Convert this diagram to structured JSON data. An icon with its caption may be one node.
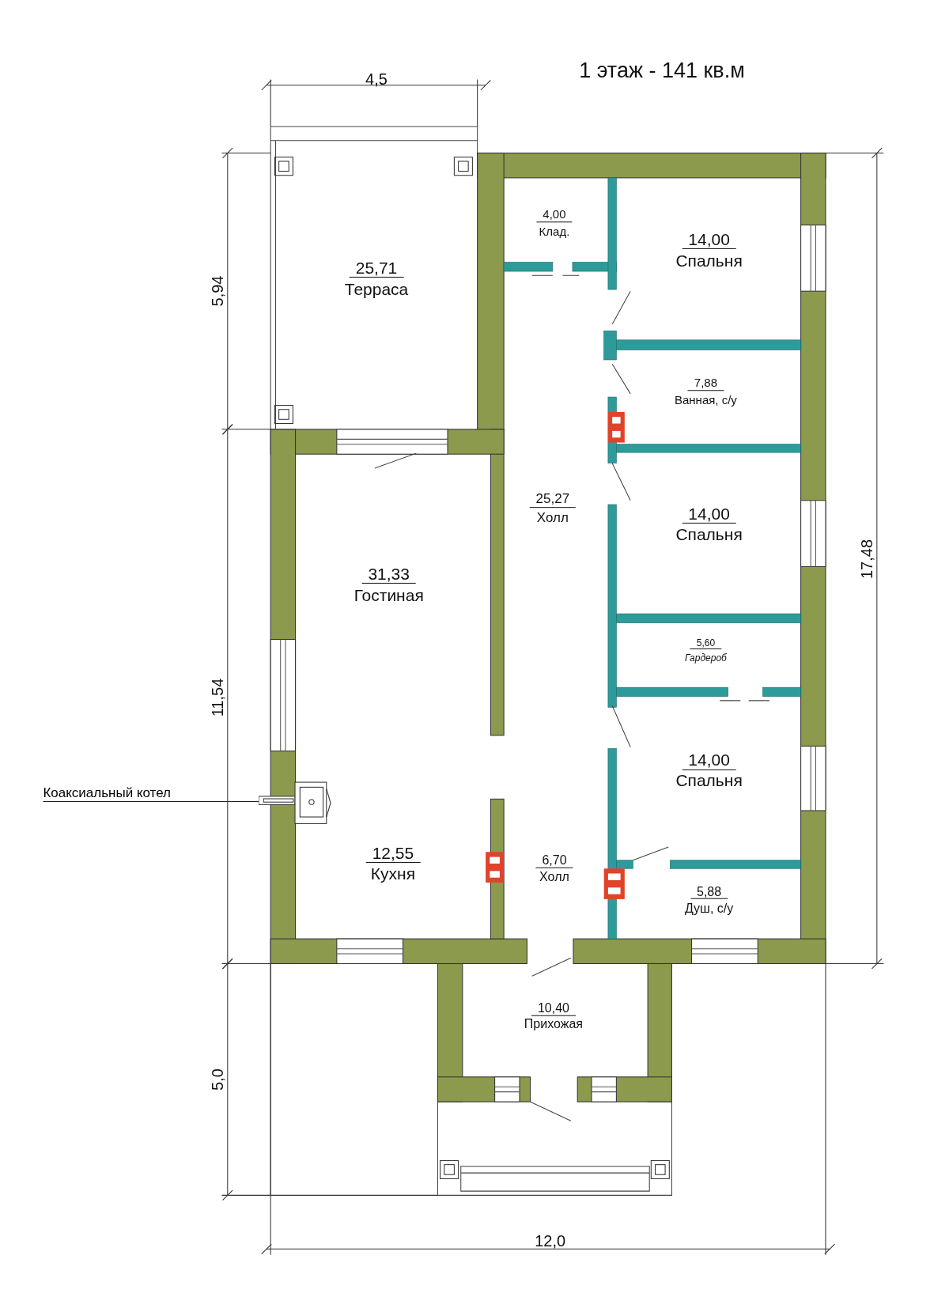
{
  "diagram": {
    "title": "1 этаж - 141 кв.м",
    "nodes": [
      {
        "text": [
          "Коаксиальный котел"
        ]
      },
      {
        "text": [],
        "shape": "picture"
      }
    ],
    "edges": [
      {
        "from": 0,
        "to": 1,
        "arrow": "none"
      }
    ],
    "labels": [
      "4,5",
      "5,94",
      "25,71",
      "Терраса",
      "4,00",
      "Клад.",
      "14,00",
      "Спальня",
      "7,88",
      "Ванная, с/у",
      "25,27",
      "Холл",
      "14,00",
      "Спальня",
      "31,33",
      "Гостиная",
      "5,60",
      "Гардероб",
      "11,54",
      "14,00",
      "Спальня",
      "17,48",
      "12,55",
      "Кухня",
      "6,70",
      "Холл",
      "5,88",
      "Душ, с/у",
      "10,40",
      "Прихожая",
      "5,0",
      "12,0"
    ]
  }
}
